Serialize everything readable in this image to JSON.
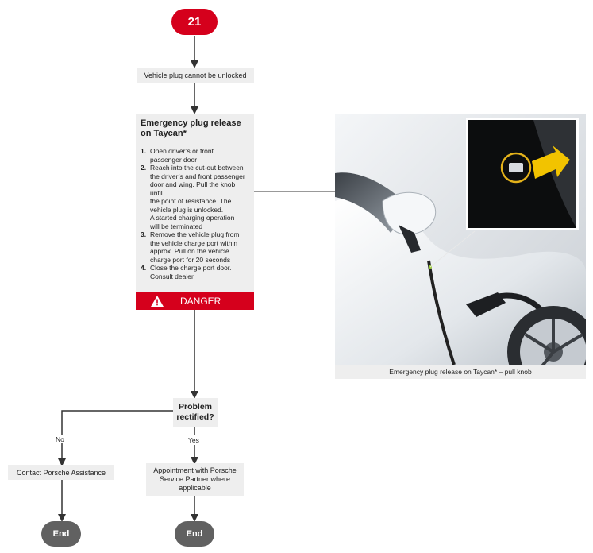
{
  "start_label": "21",
  "step1": "Vehicle plug cannot be unlocked",
  "release": {
    "title_line1": "Emergency plug release",
    "title_line2": "on Taycan*",
    "steps": [
      {
        "num": "1.",
        "lines": [
          "Open driver’s or front",
          "passenger door"
        ]
      },
      {
        "num": "2.",
        "lines": [
          "Reach into the cut-out between",
          "the driver’s and front passenger",
          "door and wing. Pull the knob until",
          "the point of resistance. The",
          "vehicle plug is unlocked.",
          "A started charging operation",
          "will be terminated"
        ]
      },
      {
        "num": "3.",
        "lines": [
          "Remove the vehicle plug from",
          "the vehicle charge port within",
          "approx. Pull on the vehicle",
          "charge port for 20 seconds"
        ]
      },
      {
        "num": "4.",
        "lines": [
          "Close the charge port door.",
          "Consult dealer"
        ]
      }
    ],
    "danger_label": "DANGER"
  },
  "decision": {
    "line1": "Problem",
    "line2": "rectified?"
  },
  "no_label": "No",
  "yes_label": "Yes",
  "no_action": "Contact Porsche Assistance",
  "yes_action": {
    "line1": "Appointment with Porsche",
    "line2": "Service Partner where",
    "line3": "applicable"
  },
  "end_left": "End",
  "end_right": "End",
  "photo_caption": "Emergency plug release on Taycan* – pull knob",
  "colors": {
    "accent_red": "#d5001c",
    "end_gray": "#616161",
    "box_gray": "#eeeeee",
    "line": "#333333"
  },
  "icons": [
    "warning-triangle-icon",
    "arrow-icon"
  ]
}
